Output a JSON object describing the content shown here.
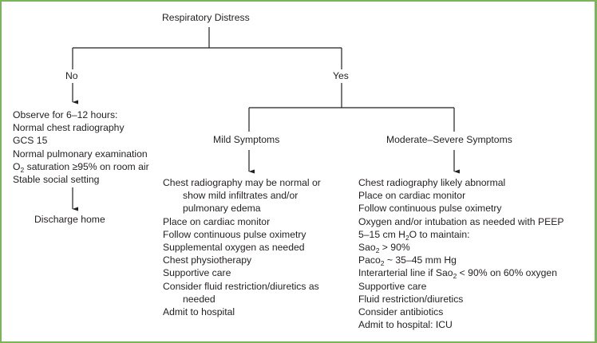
{
  "title": "Respiratory Distress",
  "colors": {
    "border": "#7ab55c",
    "text": "#231f20",
    "line": "#231f20"
  },
  "branches": {
    "no": {
      "label": "No",
      "criteria": [
        {
          "text": "Observe for 6–12 hours:"
        },
        {
          "text": "Normal chest radiography"
        },
        {
          "text": "GCS 15"
        },
        {
          "text": "Normal pulmonary examination"
        },
        {
          "pre": "O",
          "sub": "2",
          "post": " saturation ≥95% on room air"
        },
        {
          "text": "Stable social setting"
        }
      ],
      "outcome": "Discharge home"
    },
    "yes": {
      "label": "Yes",
      "mild": {
        "label": "Mild Symptoms",
        "items": [
          {
            "text": "Chest radiography may be normal or"
          },
          {
            "text": "show mild infiltrates and/or",
            "cont": true
          },
          {
            "text": "pulmonary edema",
            "cont": true
          },
          {
            "text": "Place on cardiac monitor"
          },
          {
            "text": "Follow continuous pulse oximetry"
          },
          {
            "text": "Supplemental oxygen as needed"
          },
          {
            "text": "Chest physiotherapy"
          },
          {
            "text": "Supportive care"
          },
          {
            "text": "Consider fluid restriction/diuretics as"
          },
          {
            "text": "needed",
            "cont": true
          },
          {
            "text": "Admit to hospital"
          }
        ]
      },
      "severe": {
        "label": "Moderate–Severe Symptoms",
        "items": [
          {
            "text": "Chest radiography likely abnormal"
          },
          {
            "text": "Place on cardiac monitor"
          },
          {
            "text": "Follow continuous pulse oximetry"
          },
          {
            "text": "Oxygen and/or intubation as needed with PEEP"
          },
          {
            "pre": "5–15 cm H",
            "sub": "2",
            "post": "O to maintain:"
          },
          {
            "pre": "Sao",
            "sub": "2",
            "post": " > 90%"
          },
          {
            "pre": "Paco",
            "sub": "2",
            "post": " ~ 35–45 mm Hg"
          },
          {
            "pre": "Interarterial line if Sao",
            "sub": "2",
            "post": " < 90% on 60% oxygen"
          },
          {
            "text": "Supportive care"
          },
          {
            "text": "Fluid restriction/diuretics"
          },
          {
            "text": "Consider antibiotics"
          },
          {
            "text": "Admit to hospital: ICU"
          }
        ]
      }
    }
  }
}
